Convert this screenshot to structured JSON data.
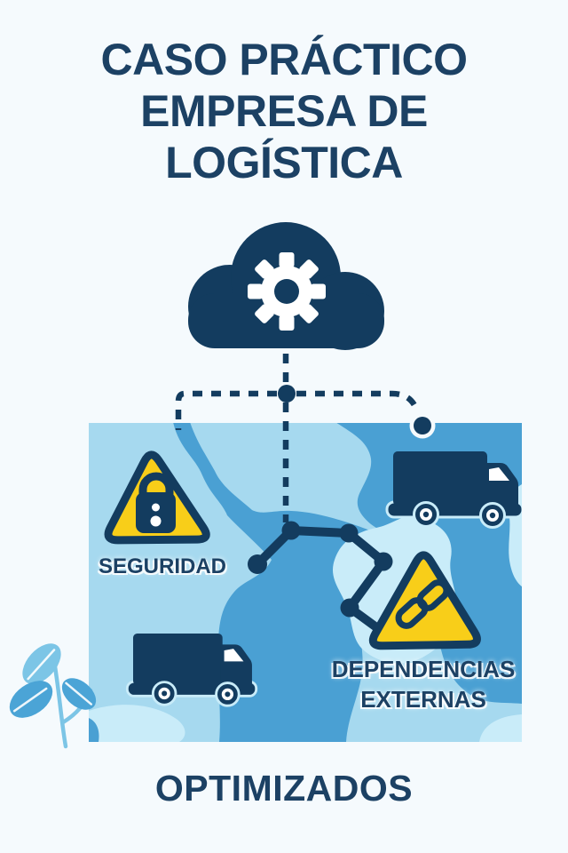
{
  "title": {
    "lines": [
      "CASO PRÁCTICO",
      "EMPRESA DE",
      "LOGÍSTICA"
    ]
  },
  "footer": {
    "label": "OPTIMIZADOS"
  },
  "map_labels": {
    "security": "SEGURIDAD",
    "external_dependencies": [
      "DEPENDENCIAS",
      "EXTERNAS"
    ]
  },
  "icons": {
    "cloud": "cloud-gear-icon",
    "security_sign": "warning-triangle-lock-icon",
    "dependencies_sign": "warning-triangle-chain-icon",
    "truck_top": "delivery-truck-icon",
    "truck_bottom": "delivery-truck-icon",
    "route": "route-waypoints-path",
    "plant": "plant-sprig-icon"
  },
  "colors": {
    "navy": "#133c5f",
    "text-navy": "#1c4164",
    "bg": "#f5fafd",
    "map-light": "#a6d9ef",
    "map-medium": "#4aa0d3",
    "map-lighter": "#c9ecf9",
    "yellow": "#f8ce19",
    "white": "#ffffff",
    "plant-light": "#7cc5e6",
    "plant-medium": "#4ba4d6"
  }
}
